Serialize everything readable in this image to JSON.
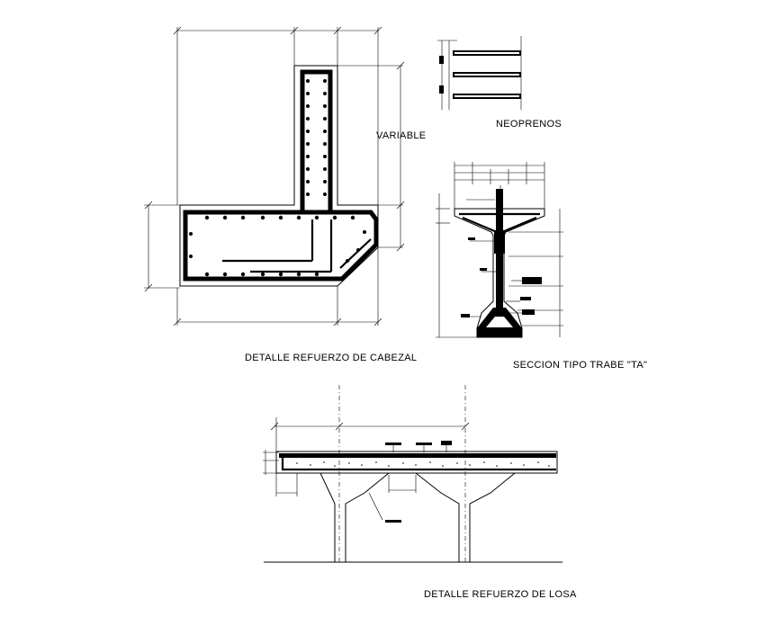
{
  "labels": {
    "variable": "VARIABLE",
    "neoprenos": "NEOPRENOS",
    "cabezal_title": "DETALLE REFUERZO DE CABEZAL",
    "trabe_title": "SECCION TIPO TRABE \"TA\"",
    "losa_title": "DETALLE REFUERZO DE LOSA"
  },
  "colors": {
    "line": "#000000",
    "background": "#ffffff"
  }
}
